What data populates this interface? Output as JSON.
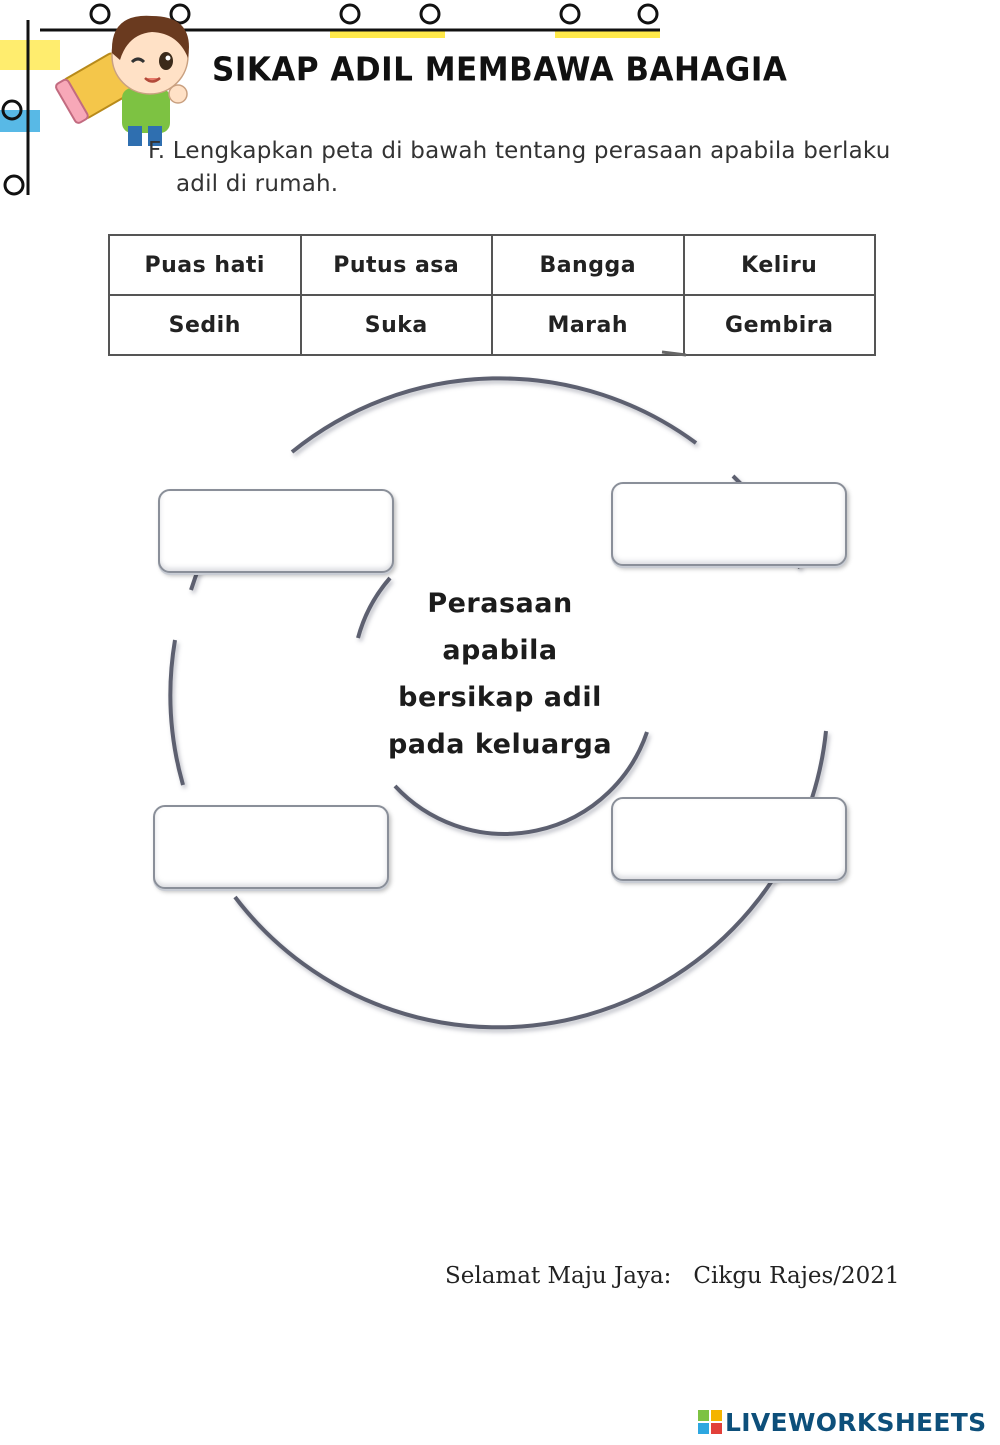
{
  "header": {
    "title": "SIKAP ADIL MEMBAWA BAHAGIA",
    "instruction_line1": "F. Lengkapkan peta di bawah tentang perasaan apabila berlaku",
    "instruction_line2": "adil di rumah."
  },
  "word_bank": {
    "rows": [
      [
        "Puas hati",
        "Putus asa",
        "Bangga",
        "Keliru"
      ],
      [
        "Sedih",
        "Suka",
        "Marah",
        "Gembira"
      ]
    ]
  },
  "diagram": {
    "center_lines": [
      "Perasaan",
      "apabila",
      "bersikap adil",
      "pada keluarga"
    ],
    "answer_boxes": [
      "",
      "",
      "",
      ""
    ]
  },
  "footer": {
    "greeting": "Selamat Maju Jaya:",
    "author": "Cikgu Rajes/2021"
  },
  "brand": {
    "name": "LIVEWORKSHEETS"
  },
  "colors": {
    "brand": "#0d4f7a",
    "highlight_yellow": "#ffe94a",
    "highlight_blue": "#2ea7e0"
  }
}
